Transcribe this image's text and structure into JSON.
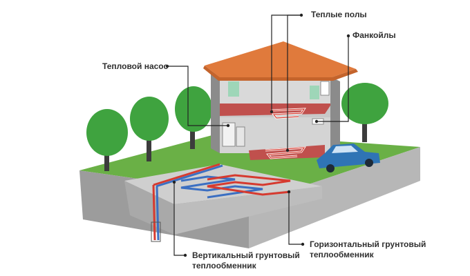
{
  "labels": {
    "heat_pump": "Тепловой насос",
    "floor_heating": "Теплые полы",
    "fan_coils": "Фанкойлы",
    "vertical_exchanger_line1": "Вертикальный грунтовый",
    "vertical_exchanger_line2": "теплообменник",
    "horizontal_exchanger_line1": "Горизонтальный грунтовый",
    "horizontal_exchanger_line2": "теплообменник"
  },
  "colors": {
    "grass": "#6ab046",
    "tree": "#3fa33f",
    "trunk": "#3c3c3c",
    "soil_side": "#9c9c9c",
    "roof": "#e07a3c",
    "walls": "#9a9a9a",
    "floor_slab": "#c0504d",
    "car": "#2f74b5",
    "pipe_hot": "#d63a2f",
    "pipe_cold": "#3b6fc2"
  }
}
